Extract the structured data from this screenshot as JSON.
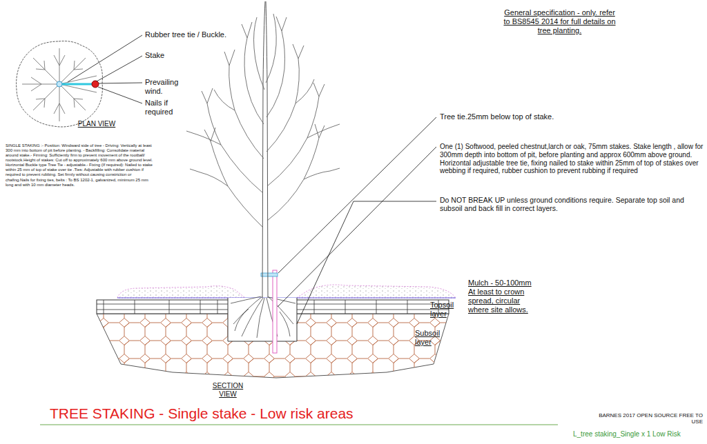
{
  "diagram": {
    "title": "TREE STAKING - Single stake - Low risk areas",
    "labels": [
      "General specification - only. refer to BS8545 2014 for full details on tree planting.",
      "Rubber tree tie / Buckle.",
      "Stake",
      "Prevailing wind.",
      "Nails if required",
      "PLAN VIEW",
      "SINGLE STAKING :- Position: Windward side of tree - Driving: Vertically at least 300 mm into bottom of pit before planting. - Backfilling: Consolidate material around stake.- Firming: Sufficiently firm to prevent movement of the rootball/ rootstock.Height of stakes: Cut off to approximately 600 mm above ground level. Horizontal Buckle type Tree Tie - adjustable.- Fixing (If required): Nailed to stake within 25 mm of top of stake over tie .Ties: Adjustable with rubber cushion if required to prevent rubbing. Set firmly without causing constriction or chafing.Nails for fixing ties, belts : To BS 1202-1, galvanized, minimum 25 mm long and with 10 mm diameter heads.",
      "Tree tie.25mm below top of stake.",
      "One (1) Softwood, peeled chestnut,larch or oak, 75mm stakes. Stake length , allow for 300mm depth into bottom of pit, before planting and approx 600mm above ground. Horizontal adjustable tree tie, fixing nailed to stake within 25mm of top of stakes over webbing if required, rubber cushion to prevent rubbing if required",
      "Do NOT BREAK UP unless ground conditions require. Separate top soil and subsoil and back fill in correct layers.",
      "Mulch - 50-100mm At least to crown spread, circular where site allows.",
      "Topsoil layer",
      "Subsoil layer",
      "SECTION VIEW",
      "BARNES 2017 OPEN SOURCE FREE TO USE",
      "L_tree staking_Single x 1 Low Risk"
    ]
  }
}
